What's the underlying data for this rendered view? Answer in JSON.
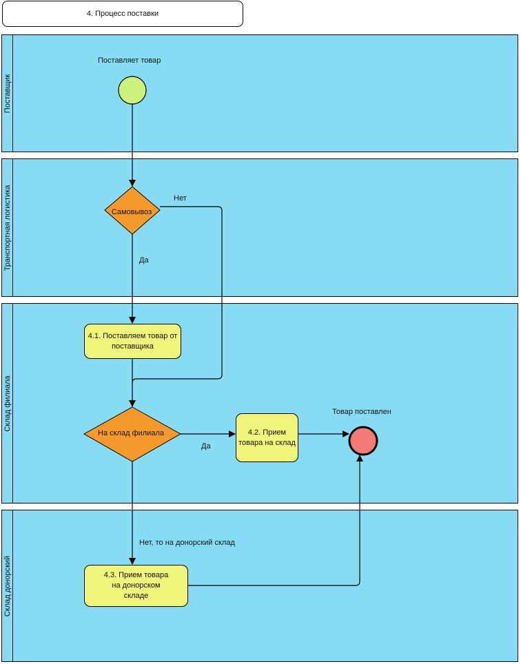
{
  "title": "4. Процесс поставки",
  "lanes": [
    {
      "label": "Поставщик"
    },
    {
      "label": "Транспортная логистика"
    },
    {
      "label": "Склад филиала"
    },
    {
      "label": "Склад донорский"
    }
  ],
  "events": {
    "start": {
      "label": "Поставляет товар",
      "color": "#cbf27b"
    },
    "end": {
      "label": "Товар поставлен",
      "color": "#f47a7a"
    }
  },
  "gateways": [
    {
      "label": "Самовывоз",
      "color": "#f79a2e"
    },
    {
      "label": "На склад филиала",
      "color": "#f79a2e"
    }
  ],
  "tasks": [
    {
      "label": "4.1. Поставляем товар от поставщика"
    },
    {
      "label": "4.2. Прием товара на склад"
    },
    {
      "label": "4.3. Прием товара на донорском складе"
    }
  ],
  "flow_labels": {
    "no1": "Нет",
    "yes1": "Да",
    "yes2": "Да",
    "no2": "Нет, то на донорский склад"
  },
  "colors": {
    "lane": "#87dcf3",
    "task": "#eef57a"
  }
}
